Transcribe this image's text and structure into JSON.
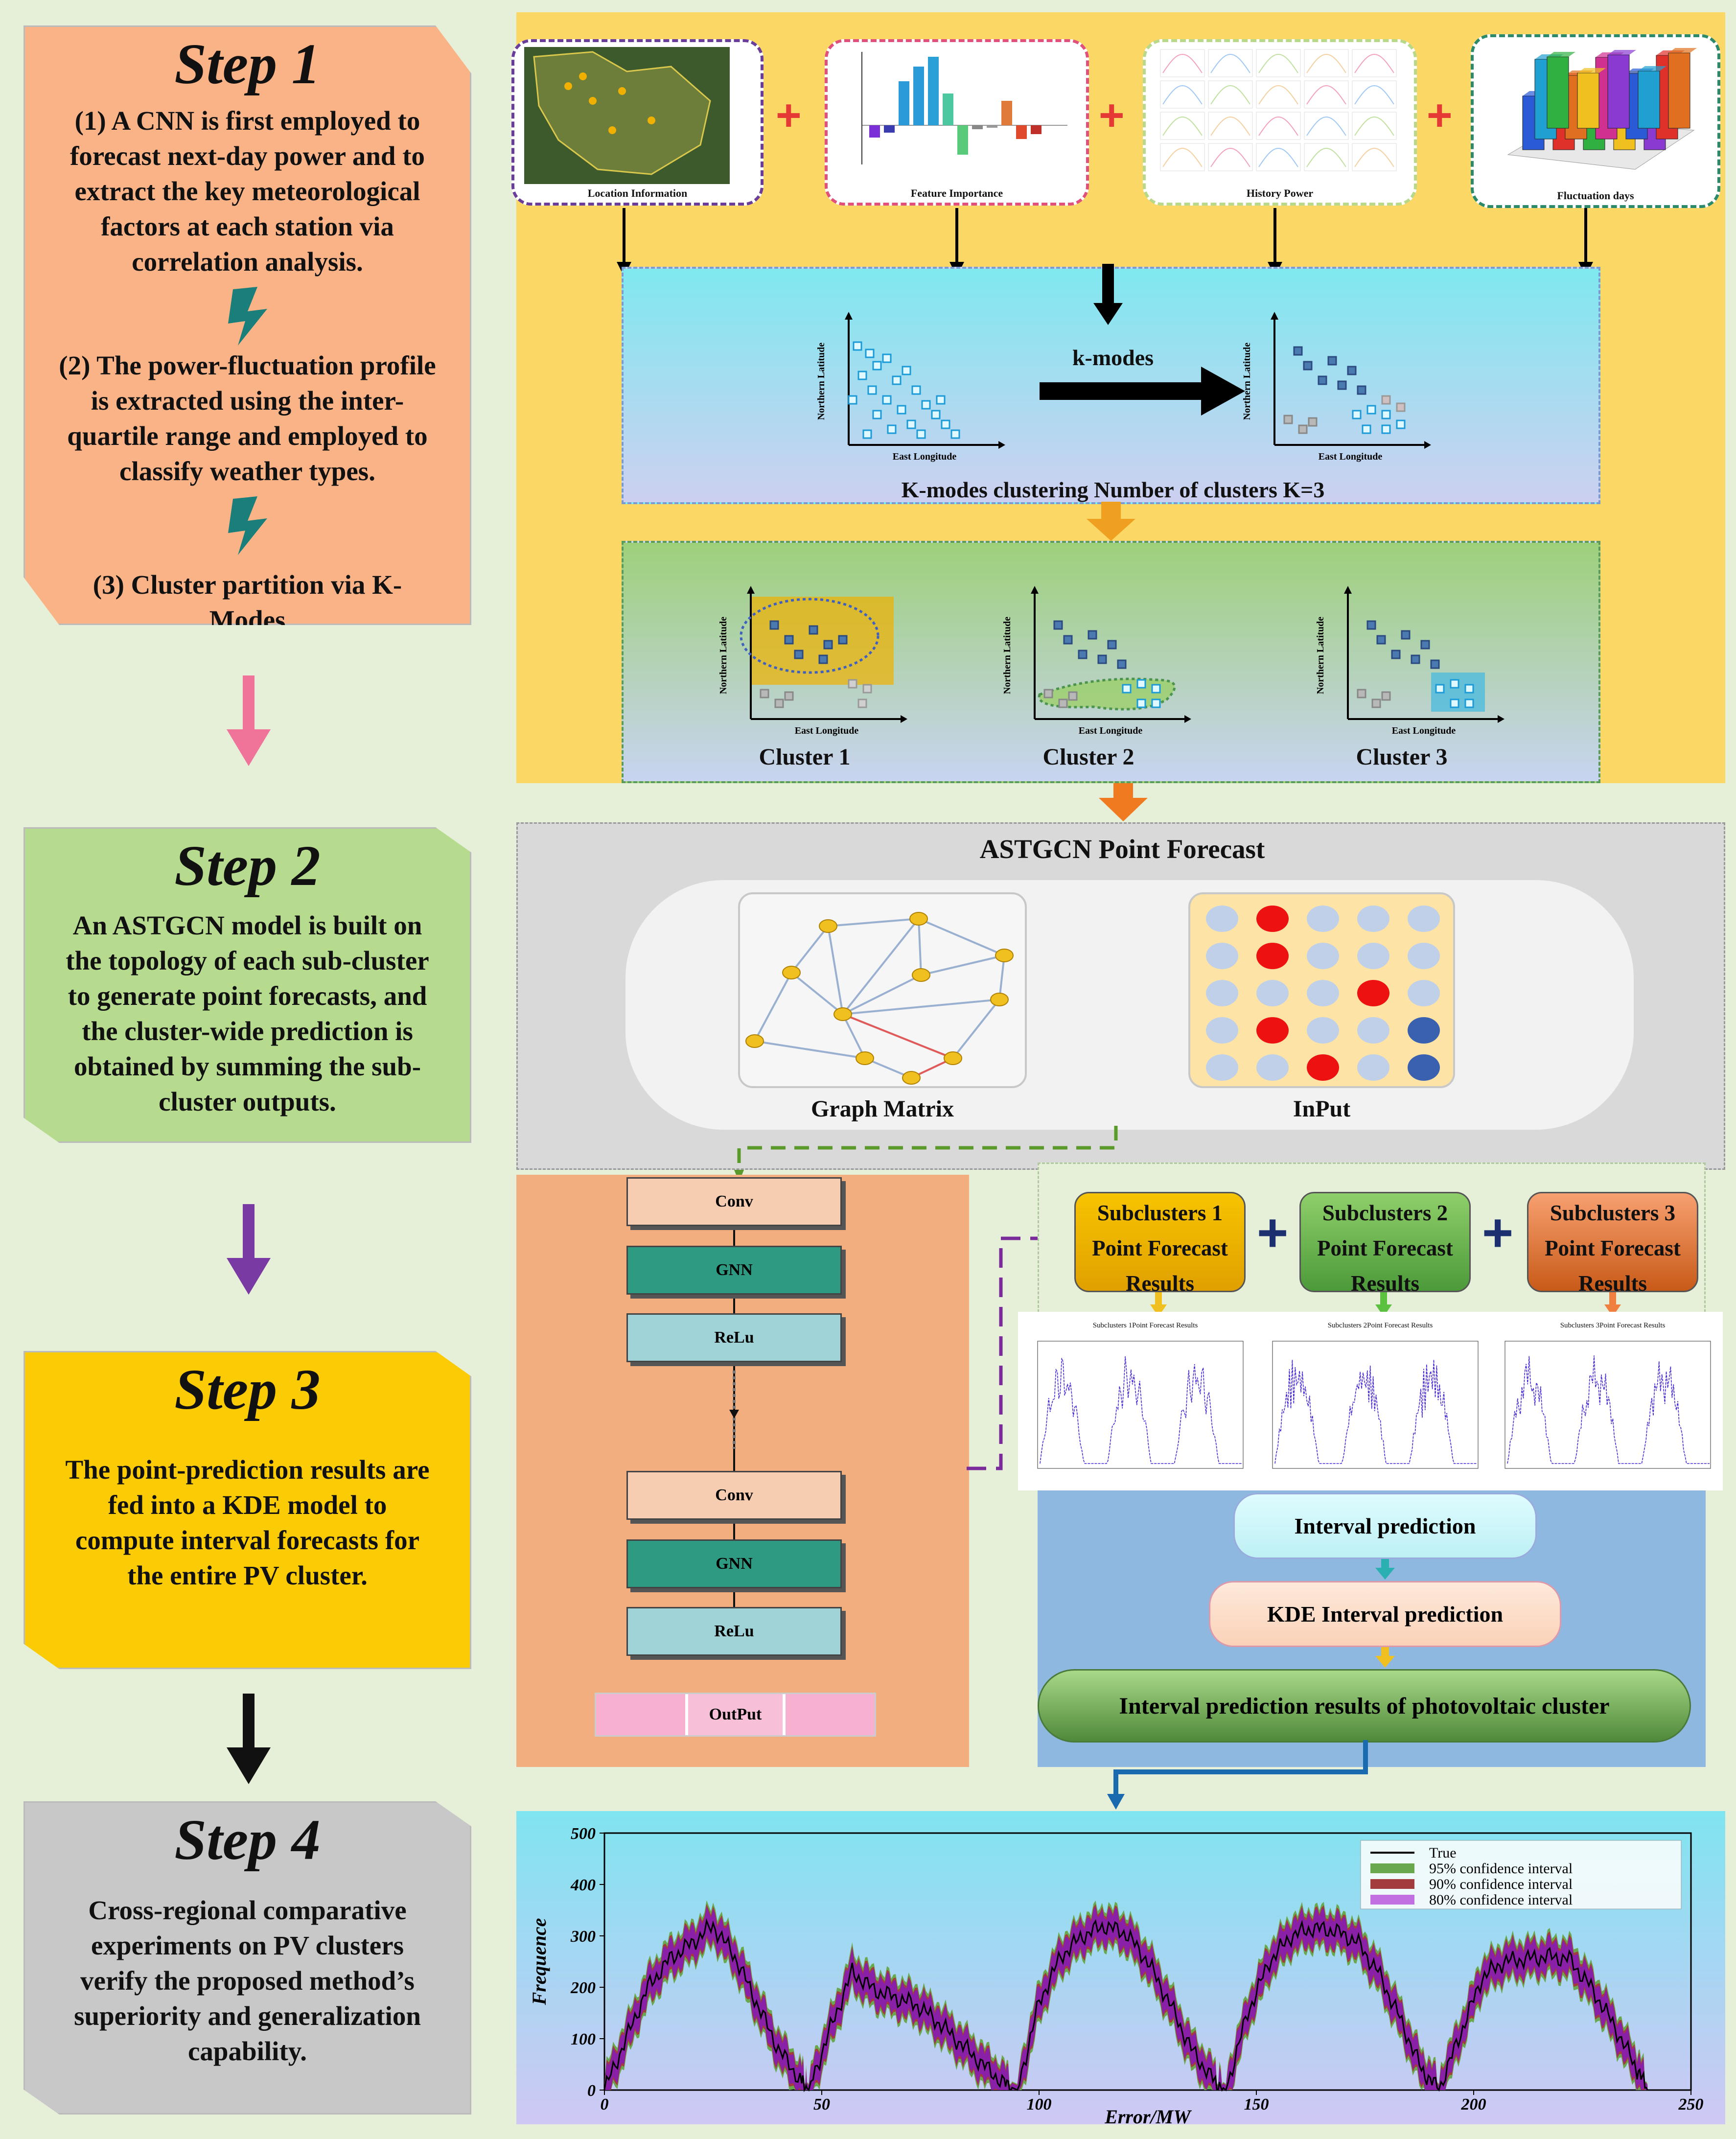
{
  "steps": [
    {
      "title": "Step 1",
      "lines": [
        "(1) A CNN is first employed to",
        "forecast next-day power and to",
        "extract the key meteorological",
        "factors at each station via",
        "correlation analysis."
      ],
      "lines2": [
        "(2) The power-fluctuation profile",
        "is extracted using the inter-",
        "quartile range and employed to",
        "classify weather types."
      ],
      "lines3": [
        "(3) Cluster partition via K-",
        "Modes"
      ]
    },
    {
      "title": "Step 2",
      "lines": [
        "An ASTGCN model is built on",
        "the topology of each sub-cluster",
        "to generate point forecasts, and",
        "the cluster-wide prediction is",
        "obtained by summing the sub-",
        "cluster outputs."
      ]
    },
    {
      "title": "Step 3",
      "lines": [
        "The point-prediction results are",
        "fed into a KDE model to",
        "compute interval forecasts for",
        "the entire PV cluster."
      ]
    },
    {
      "title": "Step 4",
      "lines": [
        "Cross-regional comparative",
        "experiments on PV clusters",
        "verify the proposed method’s",
        "superiority and generalization",
        "capability."
      ]
    }
  ],
  "features": {
    "location": "Location Information",
    "importance": "Feature Importance",
    "history": "History Power",
    "fluctuation": "Fluctuation days"
  },
  "kmodes": {
    "arrow_label": "k-modes",
    "ylabel": "Northern Latitude",
    "xlabel": "East Longitude",
    "caption": "K-modes clustering Number of clusters K=3"
  },
  "clusters": [
    "Cluster 1",
    "Cluster 2",
    "Cluster 3"
  ],
  "astgcn": {
    "title": "ASTGCN Point Forecast",
    "graph_label": "Graph Matrix",
    "input_label": "InPut"
  },
  "network": {
    "layers1": [
      "Conv",
      "GNN",
      "ReLu"
    ],
    "layers2": [
      "Conv",
      "GNN",
      "ReLu"
    ],
    "output": "OutPut"
  },
  "subclusters": [
    {
      "line1": "Subclusters 1",
      "line2": "Point Forecast",
      "line3": "Results",
      "color": "#f2b400"
    },
    {
      "line1": "Subclusters 2",
      "line2": "Point Forecast",
      "line3": "Results",
      "color": "#5ba842"
    },
    {
      "line1": "Subclusters 3",
      "line2": "Point Forecast",
      "line3": "Results",
      "color": "#d4631a"
    }
  ],
  "subplots": [
    "Subclusters 1Point Forecast Results",
    "Subclusters 2Point Forecast Results",
    "Subclusters 3Point Forecast Results"
  ],
  "flow": {
    "interval": "Interval prediction",
    "kde": "KDE Interval prediction",
    "result": "Interval prediction results of photovoltaic cluster"
  },
  "colors": {
    "step1": "#f9b387",
    "step2": "#b6db8f",
    "step3": "#fbcb05",
    "step4": "#c8c8c8",
    "yellow_panel": "#fbd766",
    "gray_panel": "#d9d9d9",
    "orange_panel": "#f2ae7f",
    "blue_panel": "#8fb8e0",
    "green_band": "#6aa84f",
    "red_band": "#a33c3c",
    "purple_band": "#8a1fa8"
  },
  "chart_data": {
    "type": "area",
    "xlabel": "Error/MW",
    "ylabel": "Frequence",
    "xlim": [
      0,
      250
    ],
    "ylim": [
      0,
      500
    ],
    "xticks": [
      "0",
      "50",
      "100",
      "150",
      "200",
      "250"
    ],
    "yticks": [
      "0",
      "100",
      "200",
      "300",
      "400",
      "500"
    ],
    "legend_position": "top-right",
    "legend": [
      "True",
      "95% confidence interval",
      "90% confidence interval",
      "80% confidence interval"
    ],
    "x": [
      0,
      5,
      10,
      15,
      20,
      25,
      30,
      35,
      40,
      45,
      47,
      52,
      57,
      62,
      67,
      72,
      77,
      82,
      87,
      92,
      95,
      100,
      105,
      110,
      115,
      120,
      125,
      130,
      135,
      140,
      143,
      148,
      153,
      158,
      163,
      168,
      173,
      178,
      183,
      188,
      192,
      197,
      202,
      207,
      212,
      217,
      222,
      227,
      232,
      237,
      240
    ],
    "true": [
      0,
      100,
      200,
      255,
      285,
      320,
      260,
      170,
      80,
      20,
      0,
      120,
      230,
      195,
      180,
      165,
      130,
      90,
      50,
      12,
      0,
      170,
      260,
      300,
      320,
      305,
      250,
      170,
      80,
      20,
      0,
      150,
      250,
      300,
      315,
      310,
      290,
      230,
      140,
      40,
      0,
      110,
      220,
      250,
      255,
      260,
      255,
      200,
      130,
      50,
      0
    ]
  }
}
